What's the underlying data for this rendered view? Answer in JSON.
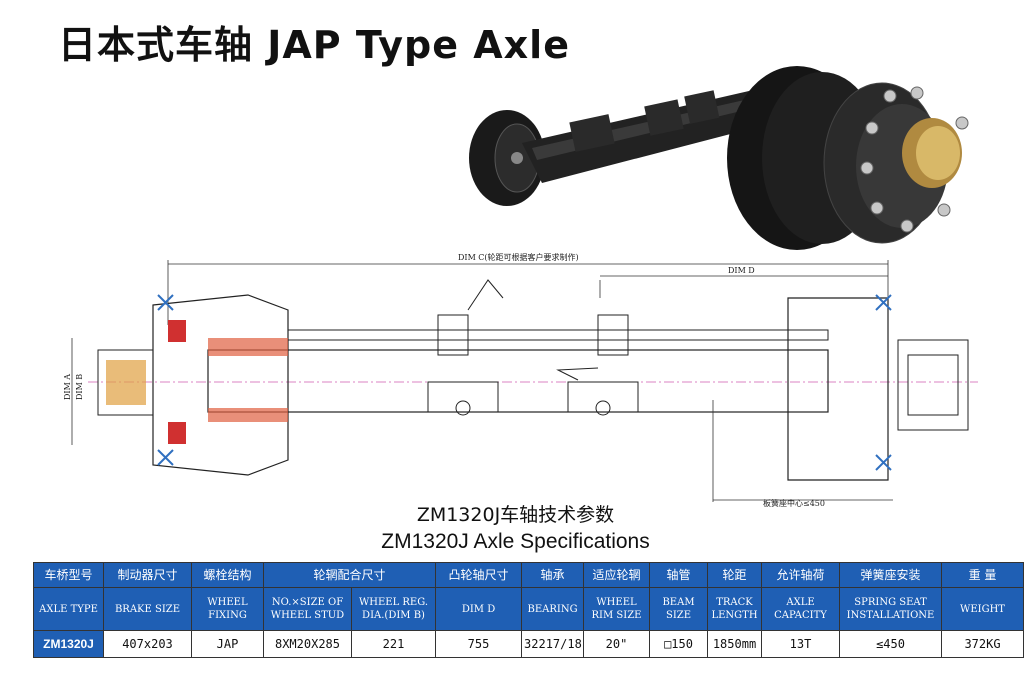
{
  "title": "日本式车轴 JAP Type Axle",
  "drawing": {
    "dim_a": "DIM A",
    "dim_b": "DIM B",
    "dim_c": "DIM C(轮距可根据客户要求制作)",
    "dim_d": "DIM D",
    "spring_seat_note": "板簧座中心≤450"
  },
  "spec_title_cn": "ZM1320J车轴技术参数",
  "spec_title_en": "ZM1320J Axle Specifications",
  "table": {
    "cn_headers": [
      "车桥型号",
      "制动器尺寸",
      "螺栓结构",
      "轮辋配合尺寸",
      "凸轮轴尺寸",
      "轴承",
      "适应轮辋",
      "轴管",
      "轮距",
      "允许轴荷",
      "弹簧座安装",
      "重 量"
    ],
    "en_headers": [
      "AXLE TYPE",
      "BRAKE SIZE",
      "WHEEL FIXING",
      "NO.×SIZE OF WHEEL STUD",
      "WHEEL REG. DIA.(DIM B)",
      "DIM D",
      "BEARING",
      "WHEEL RIM SIZE",
      "BEAM SIZE",
      "TRACK LENGTH",
      "AXLE CAPACITY",
      "SPRING SEAT INSTALLATIONE",
      "WEIGHT"
    ],
    "values": [
      "ZM1320J",
      "407x203",
      "JAP",
      "8XM20X285",
      "221",
      "755",
      "32217/18",
      "20\"",
      "□150",
      "1850mm",
      "13T",
      "≤450",
      "372KG"
    ]
  }
}
